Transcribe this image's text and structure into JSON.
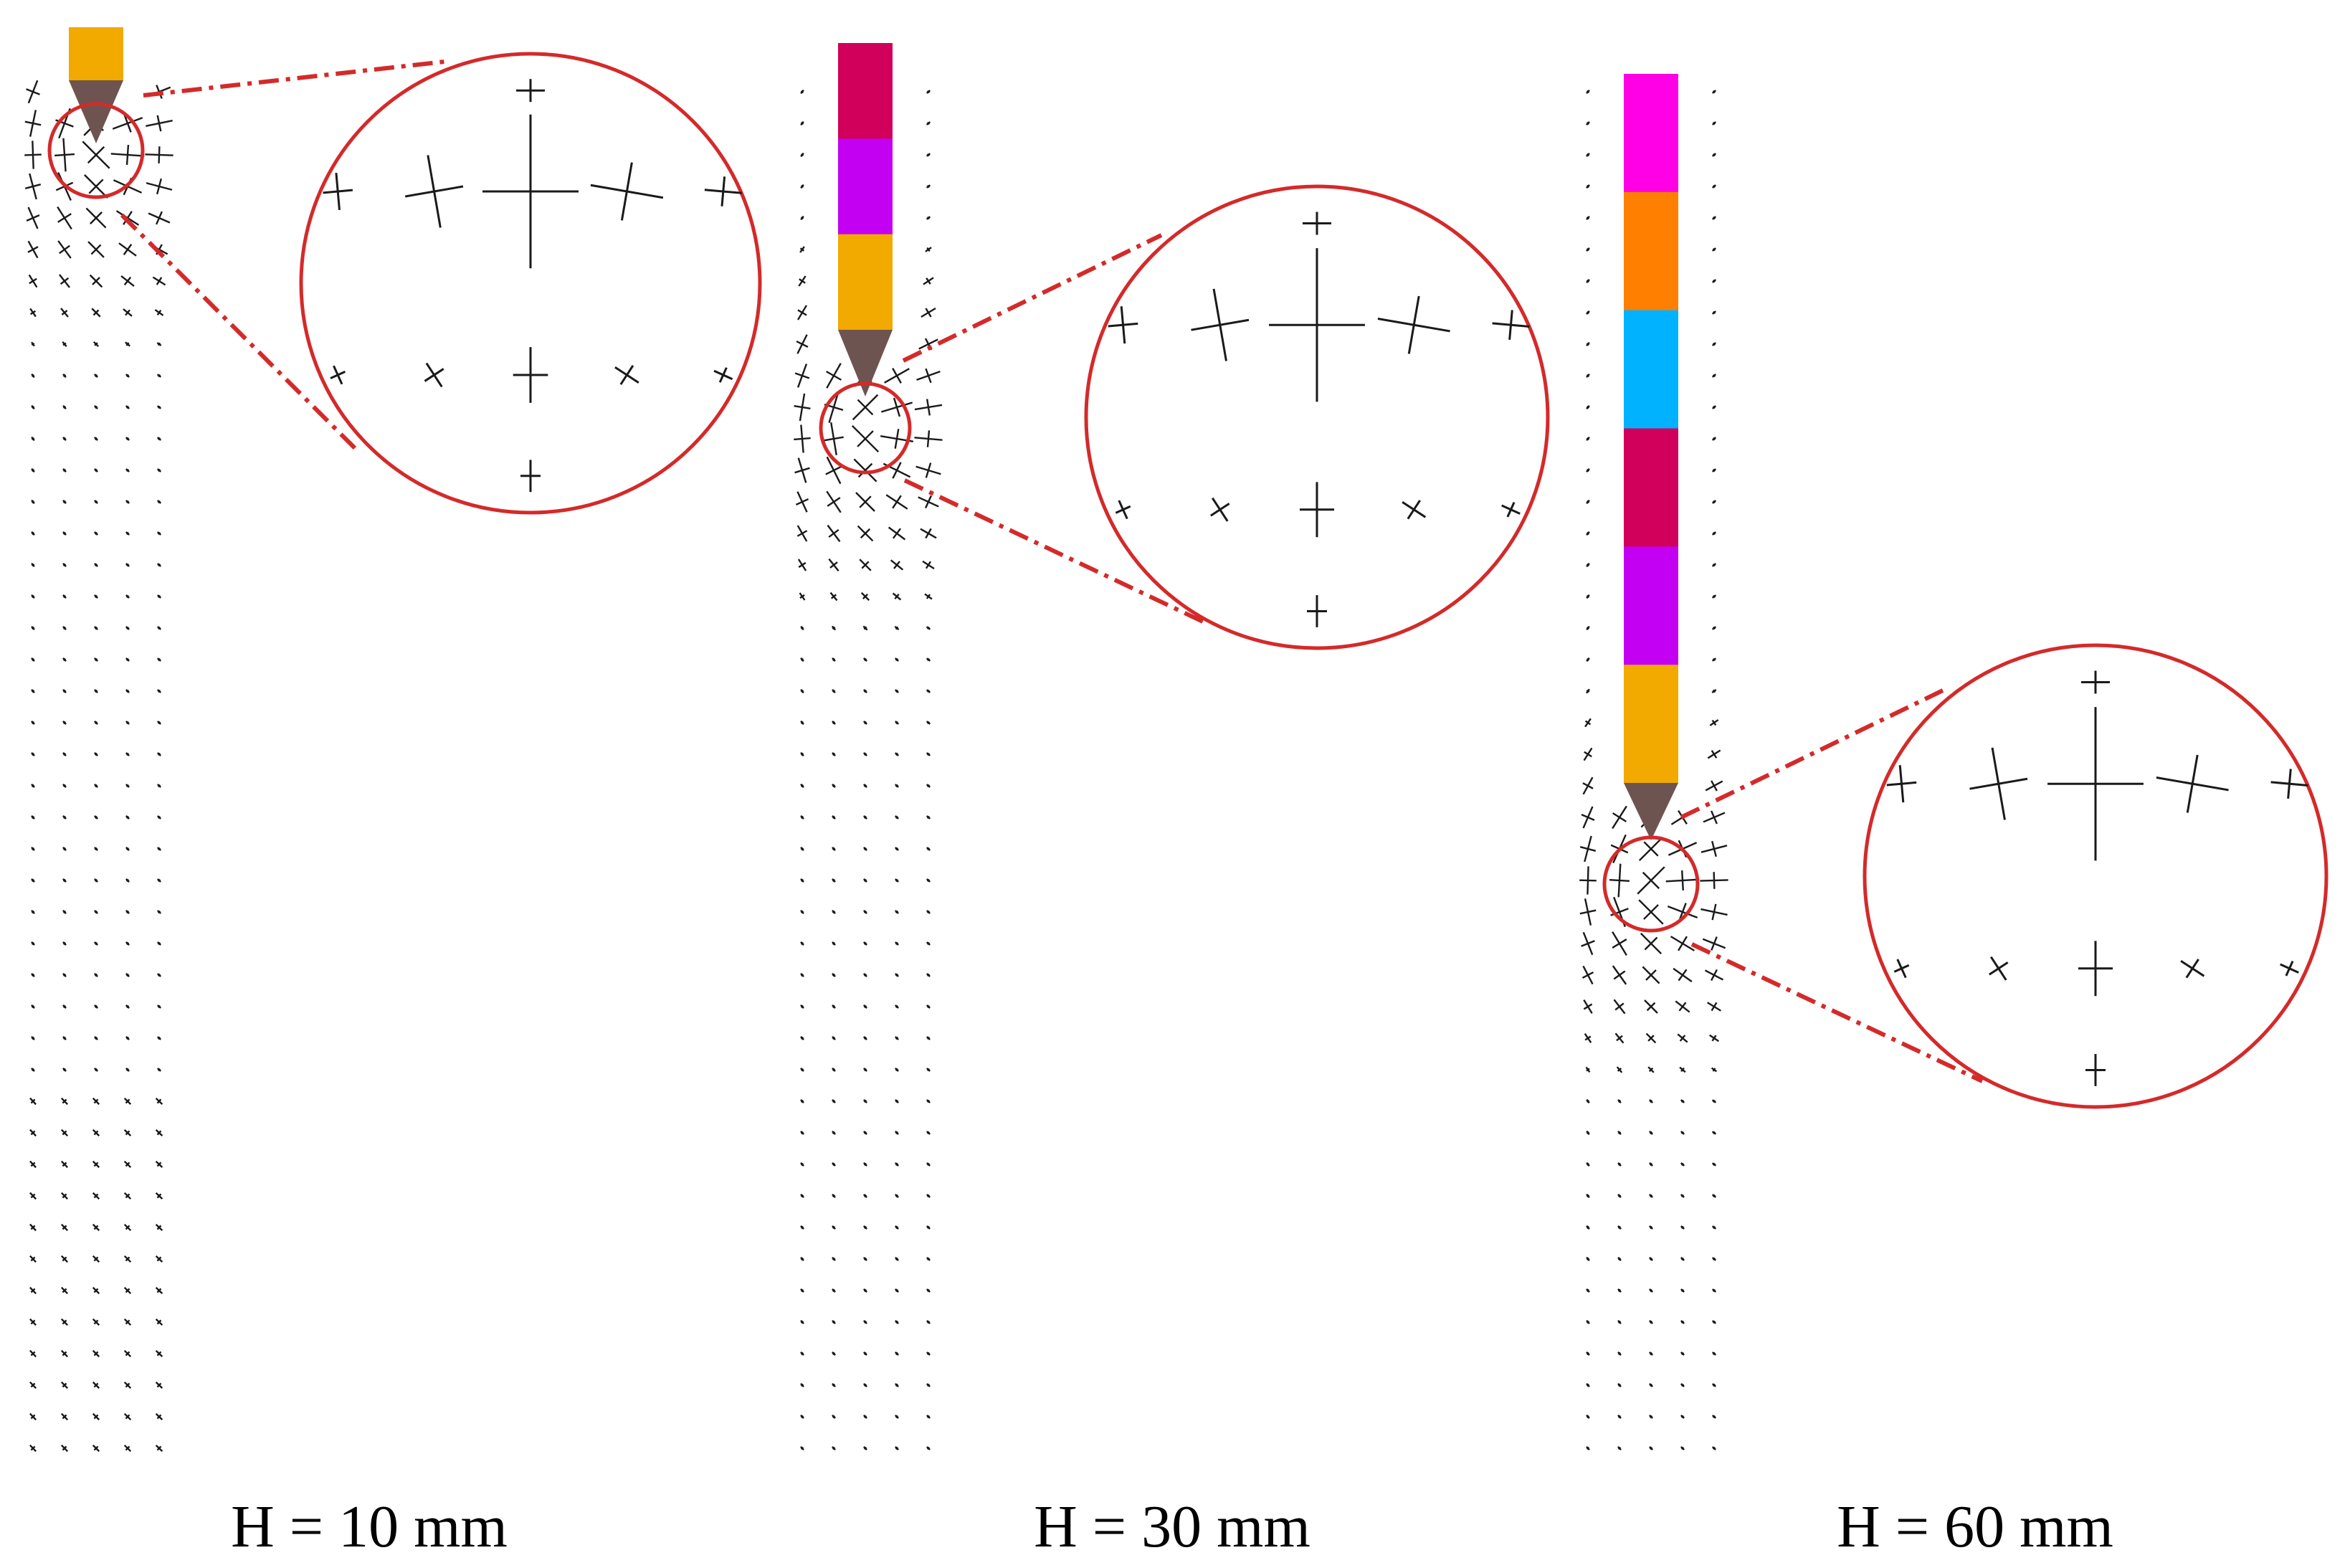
{
  "colors": {
    "zoom_outline": "#d42a2a",
    "stress_marks": "#1a1a1a",
    "tip": "#6e5450"
  },
  "panels": [
    {
      "caption": "H = 10 mm",
      "segments": [
        "#f2a900"
      ]
    },
    {
      "caption": "H = 30 mm",
      "segments": [
        "#d1005a",
        "#c400f2",
        "#f2a900"
      ]
    },
    {
      "caption": "H = 60 mm",
      "segments": [
        "#ff00e6",
        "#ff8000",
        "#00b2ff",
        "#d1005a",
        "#c400f2",
        "#f2a900"
      ]
    }
  ]
}
